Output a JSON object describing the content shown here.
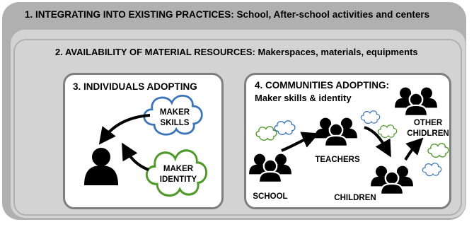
{
  "level1": {
    "title": "1. INTEGRATING INTO EXISTING PRACTICES: School, After-school activities and centers"
  },
  "level2": {
    "title": "2. AVAILABILITY OF MATERIAL RESOURCES: Makerspaces, materials, equipments"
  },
  "individuals": {
    "title": "3. INDIVIDUALS ADOPTING",
    "skills_cloud": {
      "line1": "MAKER",
      "line2": "SKILLS",
      "color": "#3d74b8"
    },
    "identity_cloud": {
      "line1": "MAKER",
      "line2": "IDENTITY",
      "color": "#4f9a2c"
    }
  },
  "communities": {
    "title_line1": "4. COMMUNITIES ADOPTING:",
    "title_line2": "Maker skills & identity",
    "groups": {
      "school": "SCHOOL",
      "teachers": "TEACHERS",
      "children": "CHILDREN",
      "other_line1": "OTHER",
      "other_line2": "CHIDLREN"
    }
  },
  "icons": {
    "person": "person-icon",
    "group": "group-icon",
    "cloud": "cloud-icon",
    "arrow": "curved-arrow-icon"
  }
}
